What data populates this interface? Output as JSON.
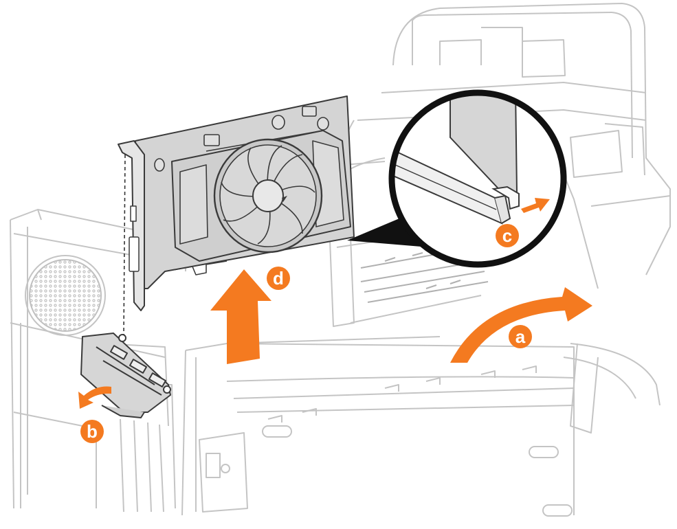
{
  "colors": {
    "accent": "#f47a20",
    "line_light": "#c4c4c4",
    "line_dark": "#3a3a3a",
    "card_fill": "#d2d2d2",
    "zoom_ring": "#111111",
    "text_on_accent": "#ffffff"
  },
  "steps": [
    {
      "id": "a",
      "label": "a"
    },
    {
      "id": "b",
      "label": "b"
    },
    {
      "id": "c",
      "label": "c"
    },
    {
      "id": "d",
      "label": "d"
    }
  ],
  "icons": {
    "step_a": "curved-arrow-right-icon",
    "step_b": "curved-arrow-down-icon",
    "step_c": "arrow-right-icon",
    "step_d": "arrow-up-icon",
    "fan": "fan-icon",
    "zoom": "magnifier-callout"
  }
}
